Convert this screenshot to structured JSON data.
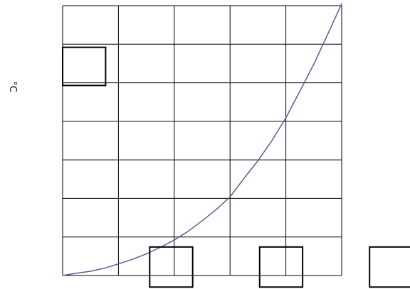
{
  "chart_data": {
    "type": "line",
    "title": "",
    "xlabel": "",
    "ylabel": "°C",
    "grid": true,
    "xlim": [
      0,
      5
    ],
    "ylim": [
      0,
      7
    ],
    "series": [
      {
        "x": [
          0,
          0.25,
          0.5,
          0.75,
          1,
          1.25,
          1.5,
          1.75,
          2,
          2.25,
          2.5,
          2.75,
          3,
          3.25,
          3.5,
          3.75,
          4,
          4.25,
          4.5,
          4.75,
          5
        ],
        "values": [
          0,
          0.06,
          0.11,
          0.19,
          0.3,
          0.42,
          0.56,
          0.73,
          0.92,
          1.15,
          1.42,
          1.71,
          2.04,
          2.52,
          2.98,
          3.5,
          4.09,
          4.78,
          5.48,
          6.26,
          7.05
        ]
      }
    ],
    "colors": {
      "line": "#5c5b94",
      "grid": "#000000"
    },
    "overlays": [
      {
        "x0": 0,
        "x1": 0.77,
        "y0": 4.93,
        "y1": 5.92
      },
      {
        "x0": 1.56,
        "x1": 2.33,
        "y0": -0.3,
        "y1": 0.74
      },
      {
        "x0": 3.53,
        "x1": 4.3,
        "y0": -0.3,
        "y1": 0.74
      },
      {
        "x0": 5.5,
        "x1": 6.27,
        "y0": -0.3,
        "y1": 0.74
      }
    ]
  }
}
